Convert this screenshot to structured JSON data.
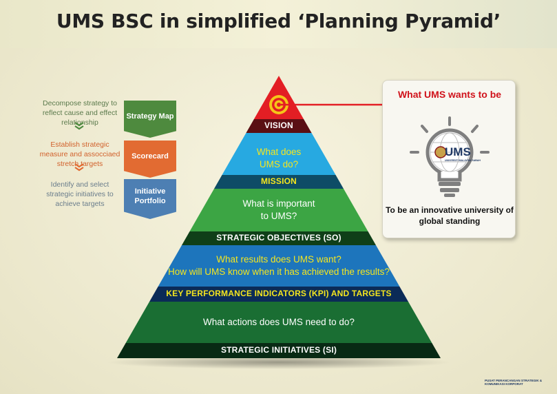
{
  "title": "UMS BSC in simplified ‘Planning Pyramid’",
  "process": [
    {
      "desc": "Decompose strategy to reflect cause and effect relationship",
      "label": "Strategy Map",
      "color": "#4e8a3e",
      "text_color": "#5b7a4c"
    },
    {
      "desc": "Establish strategic measure and assocciaed stretch targets",
      "label": "Scorecard",
      "color": "#e26b32",
      "text_color": "#d1612c"
    },
    {
      "desc": "Identify and select strategic initiatives to achieve targets",
      "label": "Initiative Portfolio",
      "color": "#4d7fb3",
      "text_color": "#6a7d8c"
    }
  ],
  "pyramid": {
    "levels": [
      {
        "question": "",
        "label": "VISION",
        "fill": "#e31e24",
        "label_fill": "#5a0f14",
        "label_color": "#ffffff",
        "text_color": "#ffffff"
      },
      {
        "question": "What does UMS do?",
        "label": "MISSION",
        "fill": "#27a9e1",
        "label_fill": "#0e4c66",
        "label_color": "#f5e61e",
        "text_color": "#f5e61e"
      },
      {
        "question": "What is important to UMS?",
        "label": "STRATEGIC OBJECTIVES (SO)",
        "fill": "#3ca544",
        "label_fill": "#0f3f18",
        "label_color": "#ffffff",
        "text_color": "#ffffff"
      },
      {
        "question": "What results does UMS want?\nHow will UMS know when it has achieved the results?",
        "label": "KEY PERFORMANCE INDICATORS (KPI) AND TARGETS",
        "fill": "#1d75bc",
        "label_fill": "#0b2b57",
        "label_color": "#f5e61e",
        "text_color": "#f5e61e"
      },
      {
        "question": "What actions does UMS need to do?",
        "label": "STRATEGIC INITIATIVES (SI)",
        "fill": "#1a6e33",
        "label_fill": "#082a14",
        "label_color": "#ffffff",
        "text_color": "#ffffff"
      }
    ]
  },
  "callout": {
    "title": "What UMS wants to be",
    "logo_text": "UMS",
    "logo_sub": "UNIVERSITI MALAYSIA SABAH",
    "statement": "To be an innovative university of global standing"
  },
  "footer": {
    "line1": "PUSAT PERANCANGAN STRATEGIK &",
    "line2": "KOMUNIKASI KORPORAT"
  },
  "colors": {
    "arrow": "#e31e24",
    "bulb": "#7f7f7f",
    "target": "#f5c518"
  }
}
